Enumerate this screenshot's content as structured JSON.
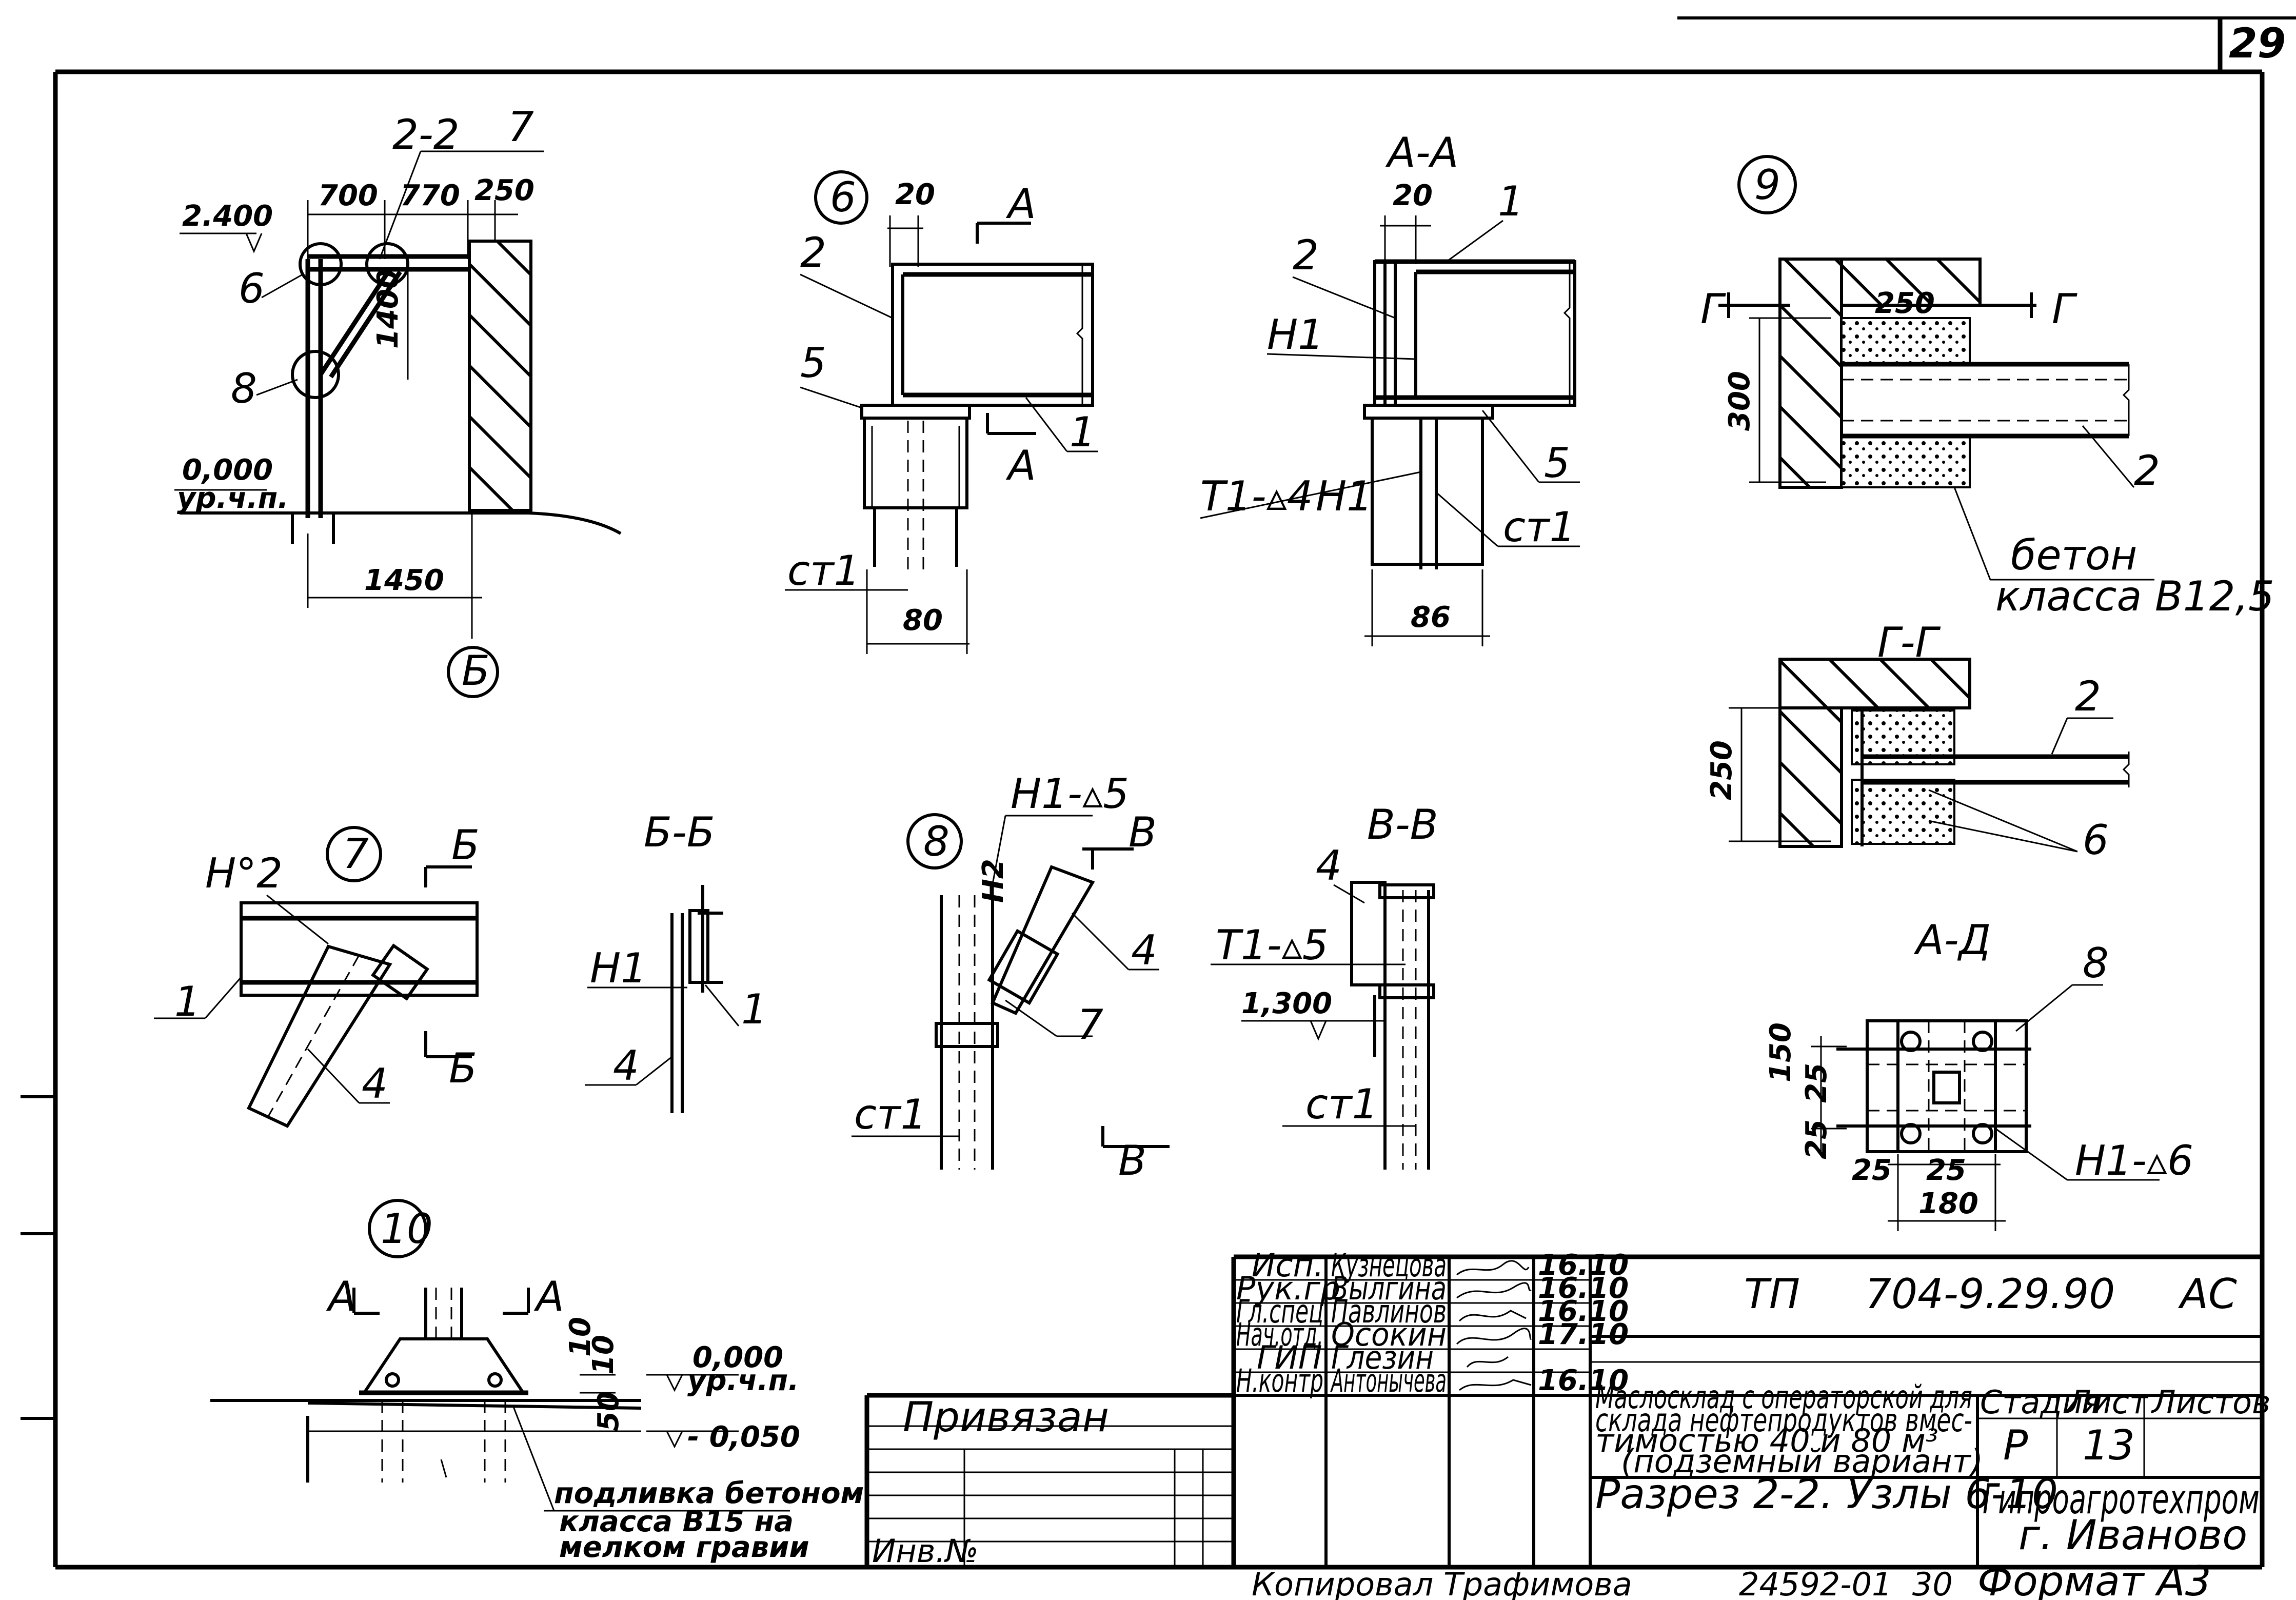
{
  "sheet": {
    "page_number": "29",
    "format_label": "Формат А3",
    "copied_by": "Копировал Трафимова",
    "order_number": "24592-01  30"
  },
  "views": {
    "section_2_2": {
      "title": "2-2",
      "level_top": "2.400",
      "level_zero": "0,000",
      "level_zero_sub": "ур.ч.п.",
      "dims": [
        "700",
        "770",
        "250",
        "1400",
        "1450"
      ],
      "callouts": [
        "6",
        "7",
        "8"
      ],
      "axis": "Б"
    },
    "node_6": {
      "number": "6",
      "cut_label": "А",
      "dims": [
        "20",
        "80"
      ],
      "parts": [
        "1",
        "2",
        "5",
        "ст1"
      ]
    },
    "section_a_a": {
      "title": "А-А",
      "dims": [
        "20",
        "86"
      ],
      "parts": [
        "1",
        "2",
        "5",
        "Н1",
        "Т1-▵4",
        "Н1",
        "ст1"
      ]
    },
    "node_9": {
      "number": "9",
      "cut_label": "Г",
      "dims": [
        "250",
        "300"
      ],
      "parts": [
        "2"
      ],
      "note_line1": "бетон",
      "note_line2": "класса В12,5"
    },
    "section_g_g": {
      "title": "Г-Г",
      "dims": [
        "250"
      ],
      "parts": [
        "2",
        "6"
      ]
    },
    "node_7": {
      "number": "7",
      "cut_label": "Б",
      "parts": [
        "Н°2",
        "1",
        "4"
      ]
    },
    "section_b_b": {
      "title": "Б-Б",
      "parts": [
        "Н1",
        "1",
        "4"
      ]
    },
    "node_8": {
      "number": "8",
      "cut_label": "В",
      "parts": [
        "Н1-▵5",
        "Н2",
        "4",
        "7",
        "ст1"
      ]
    },
    "section_v_v": {
      "title": "В-В",
      "level": "1,300",
      "parts": [
        "4",
        "Т1-▵5",
        "ст1"
      ]
    },
    "section_a_d": {
      "title": "А-Д",
      "dims": [
        "150",
        "25",
        "25",
        "25",
        "25",
        "180"
      ],
      "parts": [
        "8",
        "Н1-▵6"
      ]
    },
    "node_10": {
      "number": "10",
      "cut_label": "А",
      "dims": [
        "10",
        "10",
        "50"
      ],
      "level_zero": "0,000",
      "level_zero_sub": "ур.ч.п.",
      "level_minus": "- 0,050",
      "note_line1": "подливка бетоном",
      "note_line2": "класса В15 на",
      "note_line3": "мелком гравии"
    }
  },
  "title_block": {
    "roles": [
      "Исп.",
      "Рук.гр",
      "Гл.спец",
      "Нач.отд.",
      "ГИП",
      "Н.контр"
    ],
    "names": [
      "Кузнецова",
      "Вылгина",
      "Павлинов",
      "Осокин",
      "Глезин",
      "Антонычева"
    ],
    "dates": [
      "16.10",
      "16.10",
      "16.10",
      "17.10",
      "",
      "16.10"
    ],
    "doc_code": "ТП     704-9.29.90     АС",
    "attached_label": "Привязан",
    "inv_label": "Инв.№",
    "project_line1": "Маслосклад с операторской для",
    "project_line2": "склада нефтепродуктов вмес-",
    "project_line3": "тимостью 40 и 80 м³",
    "project_line4": "(подземный вариант)",
    "stage_header": "Стадия",
    "sheet_header": "Лист",
    "sheets_header": "Листов",
    "stage_value": "Р",
    "sheet_value": "13",
    "sheet_title": "Разрез 2-2. Узлы 6-10",
    "org_line1": "Гипроагротехпром",
    "org_line2": "г. Иваново"
  }
}
